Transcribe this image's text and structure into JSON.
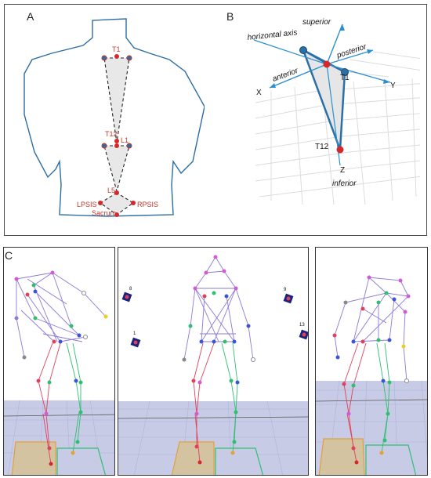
{
  "figure": {
    "panel_a": {
      "letter": "A",
      "landmarks": {
        "t1": "T1",
        "t12": "T12",
        "l1": "L1",
        "l5": "L5",
        "lpsis": "LPSIS",
        "rpsis": "RPSIS",
        "sacrum": "Sacrum"
      }
    },
    "panel_b": {
      "letter": "B",
      "labels": {
        "superior": "superior",
        "horizontal_axis": "horizontal axis",
        "posterior": "posterior",
        "anterior": "anterior",
        "x": "X",
        "y": "Y",
        "z": "Z",
        "t1": "T1",
        "t12": "T12",
        "inferior": "inferior"
      }
    },
    "panel_c": {
      "letter": "C",
      "markers": {
        "m8": "8",
        "m1": "1",
        "m9": "9",
        "m13": "13"
      }
    }
  },
  "colors": {
    "body_outline": "#2e6da4",
    "landmark_red": "#d62828",
    "landmark_text": "#c0392b",
    "axis_blue": "#2a8fd0",
    "triangle_fill": "#e8e8e8",
    "stick_purple": "#8c7ad8",
    "stick_red": "#e0415a",
    "stick_green": "#2fbf71",
    "floor": "#c7cbe6"
  }
}
